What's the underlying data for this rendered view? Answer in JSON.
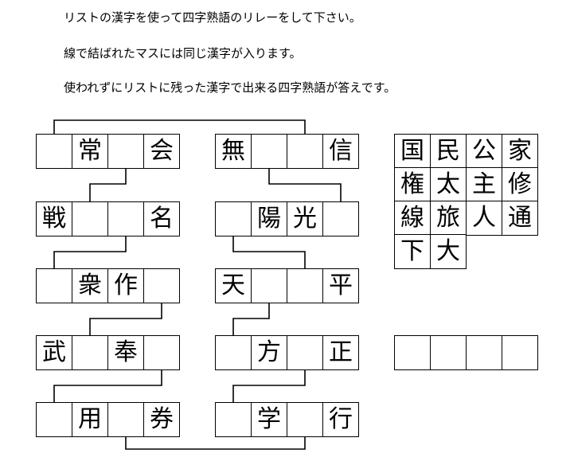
{
  "instructions": [
    "リストの漢字を使って四字熟語のリレーをして下さい。",
    "線で結ばれたマスには同じ漢字が入ります。",
    "使われずにリストに残った漢字で出来る四字熟語が答えです。"
  ],
  "puzzle": {
    "left_column": [
      [
        "",
        "常",
        "",
        "会"
      ],
      [
        "戦",
        "",
        "",
        "名"
      ],
      [
        "",
        "衆",
        "作",
        ""
      ],
      [
        "武",
        "",
        "奉",
        ""
      ],
      [
        "",
        "用",
        "",
        "券"
      ]
    ],
    "right_column": [
      [
        "無",
        "",
        "",
        "信"
      ],
      [
        "",
        "陽",
        "光",
        ""
      ],
      [
        "天",
        "",
        "",
        "平"
      ],
      [
        "",
        "方",
        "",
        "正"
      ],
      [
        "",
        "学",
        "",
        "行"
      ]
    ]
  },
  "kanji_list": [
    [
      "国",
      "民",
      "公",
      "家"
    ],
    [
      "権",
      "太",
      "主",
      "修"
    ],
    [
      "線",
      "旅",
      "人",
      "通"
    ],
    [
      "下",
      "大"
    ]
  ],
  "answer_boxes": [
    "",
    "",
    "",
    ""
  ]
}
